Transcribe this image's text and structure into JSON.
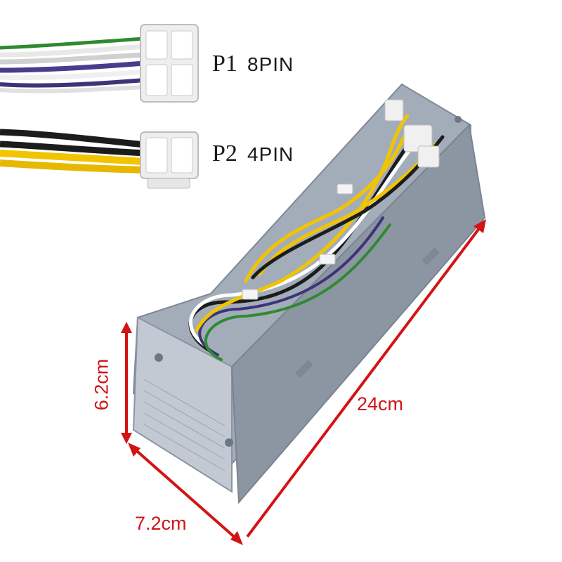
{
  "connectors": [
    {
      "name": "P1",
      "pins": "8PIN"
    },
    {
      "name": "P2",
      "pins": "4PIN"
    }
  ],
  "dimensions": {
    "height": "6.2cm",
    "length": "24cm",
    "width": "7.2cm"
  },
  "colors": {
    "annotation": "#d11414",
    "casing": "#9ea7b4",
    "wire_yellow": "#f2c400",
    "wire_black": "#1c1c1c",
    "wire_purple": "#4a3c8c",
    "wire_green": "#2f8a2f"
  }
}
